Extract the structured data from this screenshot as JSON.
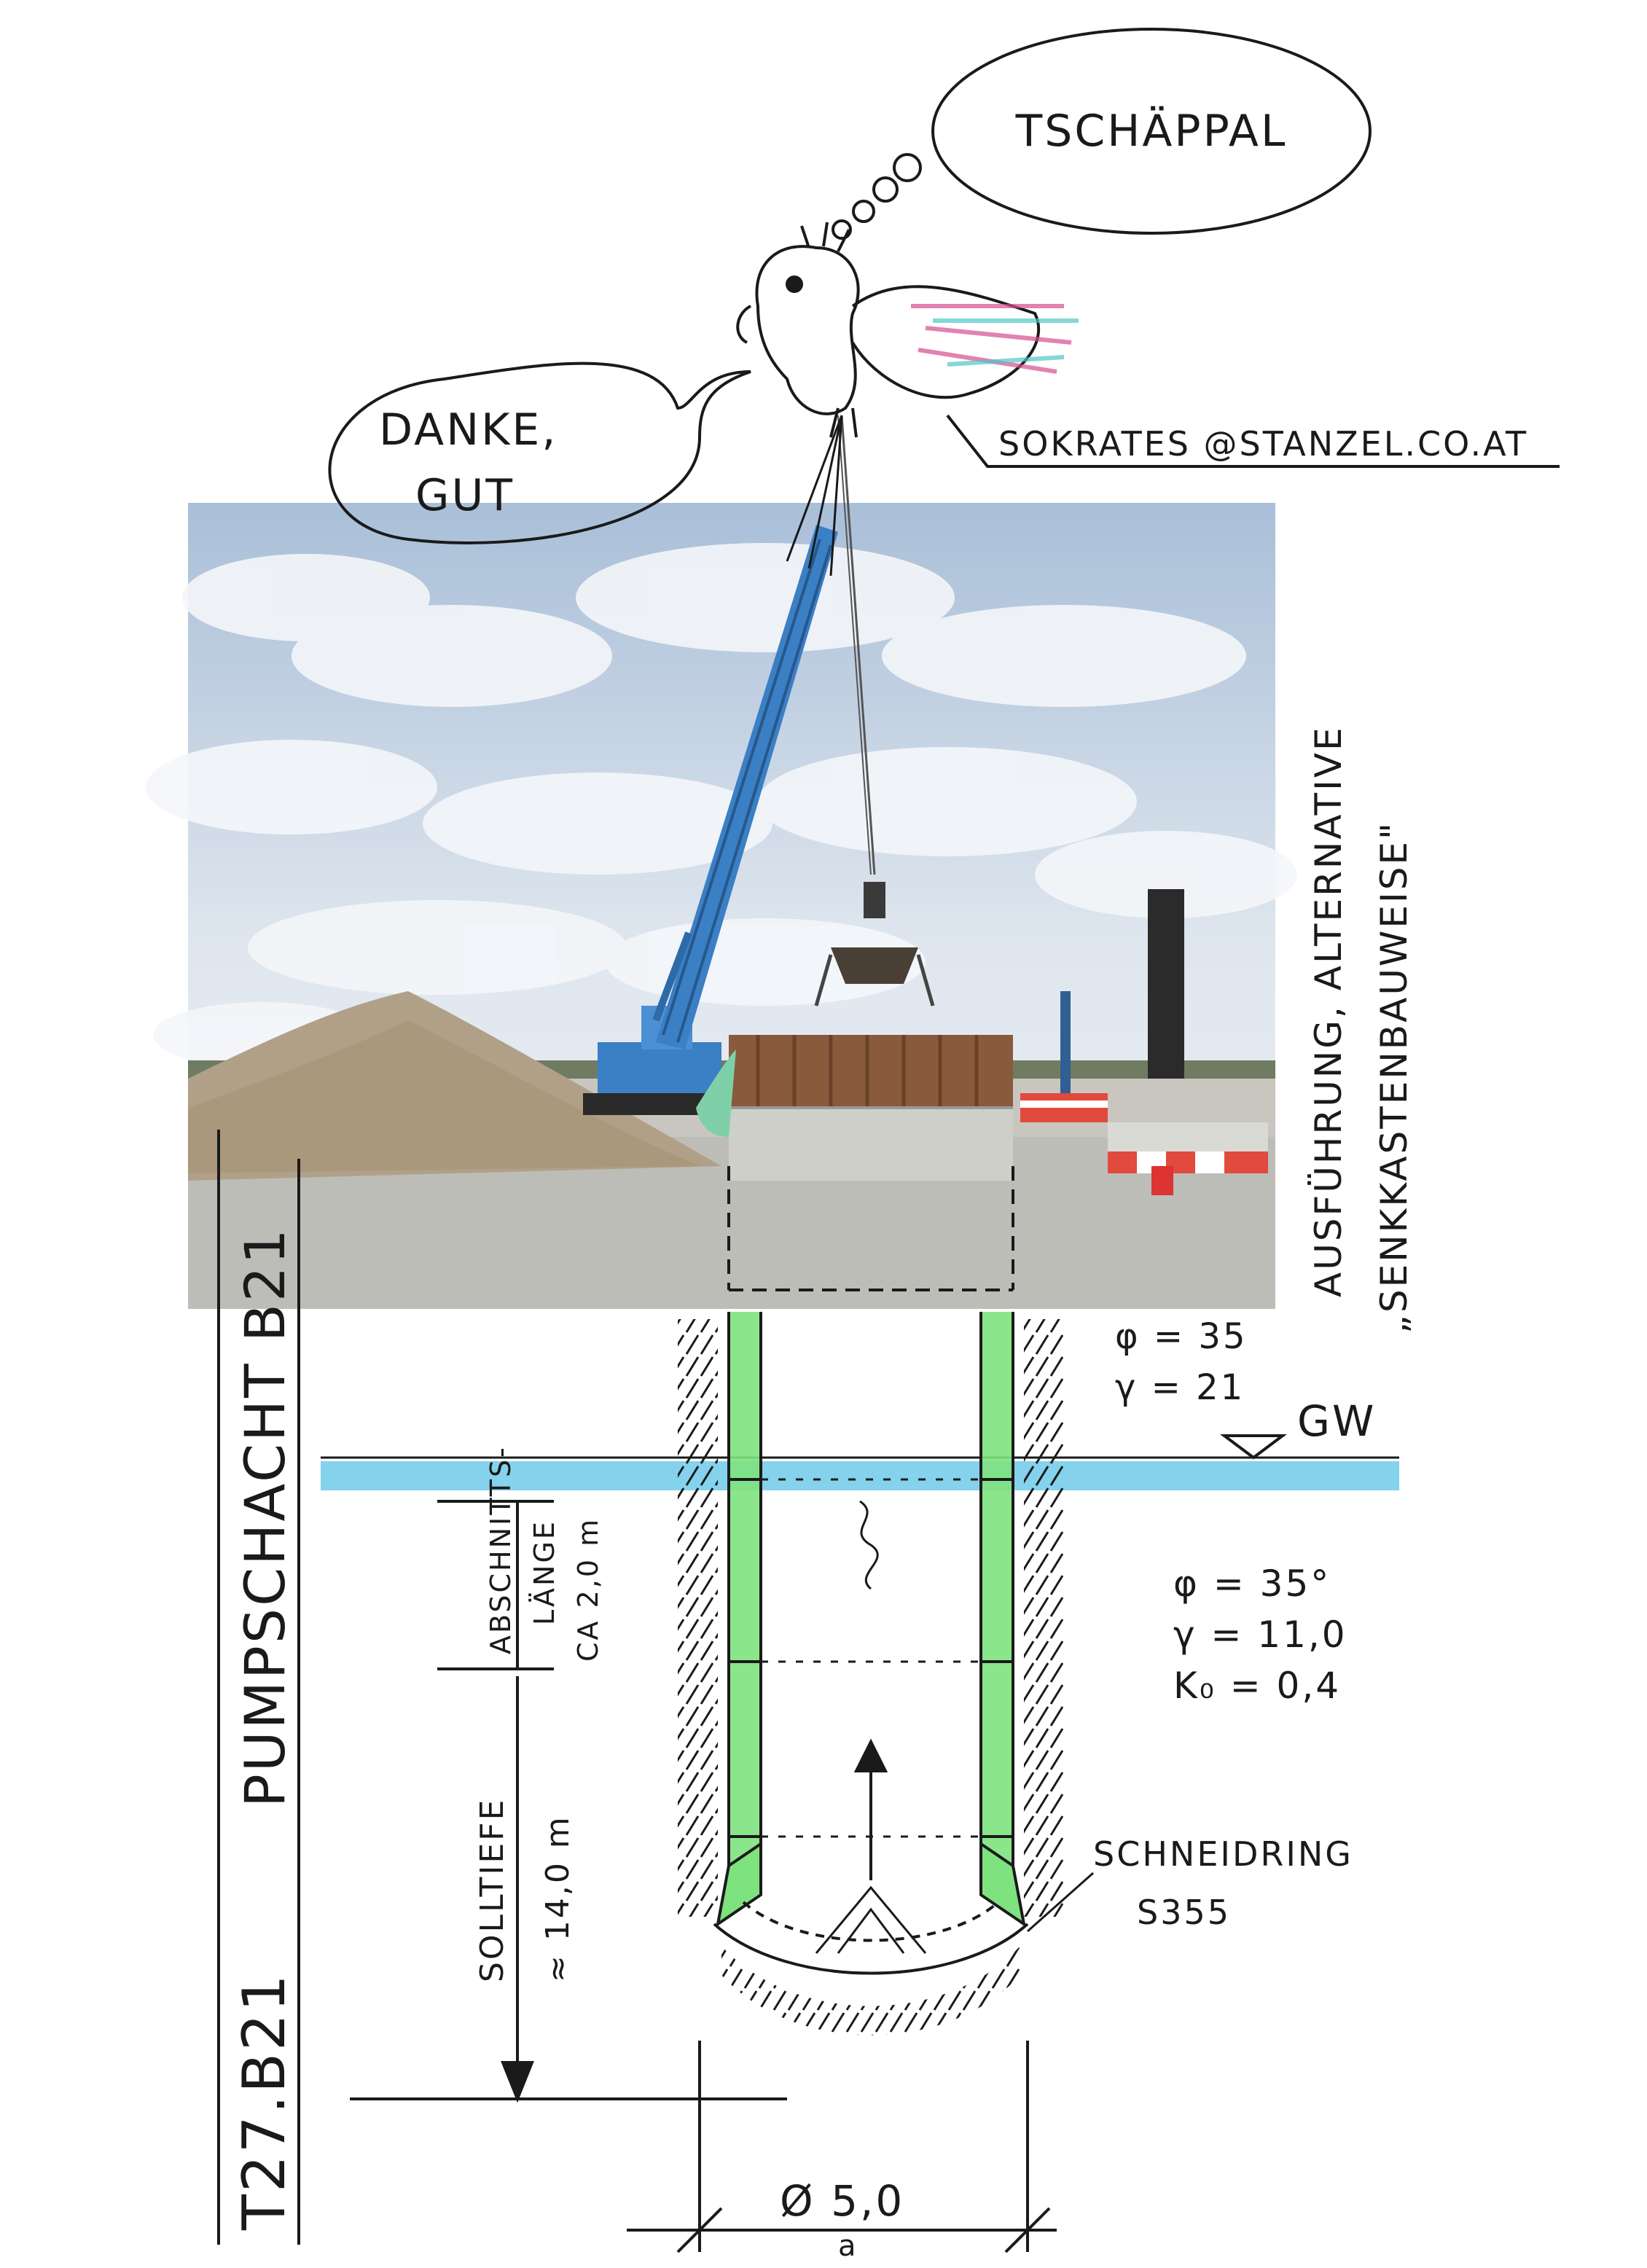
{
  "thought_bubble": {
    "text": "TSCHÄPPAL"
  },
  "speech_bubble": {
    "line1": "DANKE,",
    "line2": "GUT"
  },
  "email": {
    "text": "SOKRATES @STANZEL.CO.AT"
  },
  "side_note": {
    "line1": "AUSFÜHRUNG, ALTERNATIVE",
    "line2": "„SENKKASTENBAUWEISE\""
  },
  "title_strip": {
    "code": "T27.B21",
    "title": "PUMPSCHACHT B21"
  },
  "soil_upper": {
    "phi": "φ = 35",
    "gamma": "γ = 21"
  },
  "groundwater": {
    "label": "GW"
  },
  "soil_lower": {
    "phi": "φ = 35°",
    "gamma": "γ = 11,0",
    "k0": "K₀ = 0,4"
  },
  "segment_length": {
    "line1": "ABSCHNITTS-",
    "line2": "LÄNGE",
    "line3": "CA 2,0 m"
  },
  "depth": {
    "line1": "SOLLTIEFE",
    "line2": "≈ 14,0 m"
  },
  "cutting_ring": {
    "line1": "SCHNEIDRING",
    "line2": "S355"
  },
  "diameter": {
    "text": "Ø 5,0",
    "sub": "a"
  },
  "colors": {
    "ink": "#1a1a1a",
    "wall_green": "#7ee27e",
    "groundwater_blue": "#5cc3e6",
    "sky": "#c9d7e6",
    "gravel": "#b4a58c",
    "crane_blue": "#3b7fc4",
    "caisson_brown": "#8a5a3c"
  }
}
